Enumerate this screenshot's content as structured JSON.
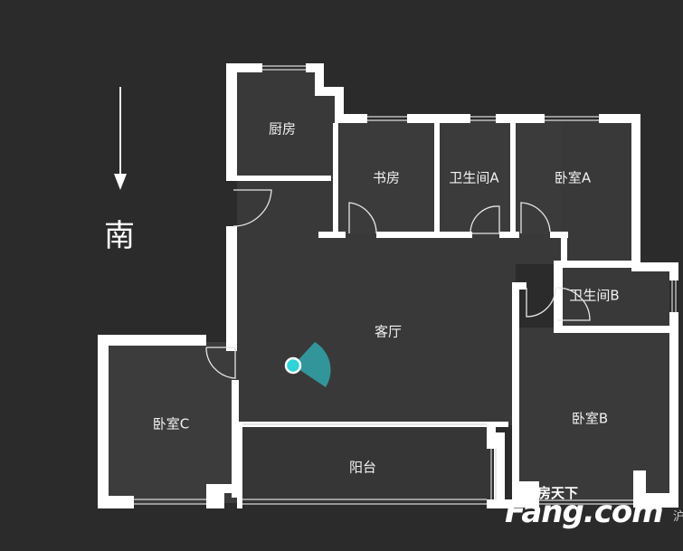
{
  "compass": {
    "direction_label": "南",
    "arrow_icon": "arrow-down-icon"
  },
  "rooms": {
    "kitchen": "厨房",
    "study": "书房",
    "bathroom_a": "卫生间A",
    "bedroom_a": "卧室A",
    "bathroom_b": "卫生间B",
    "living_room": "客厅",
    "bedroom_b": "卧室B",
    "bedroom_c": "卧室C",
    "balcony": "阳台"
  },
  "watermark": {
    "cn": "房天下",
    "en": "Fang.com",
    "tail": "沪"
  },
  "colors": {
    "background": "#2b2b2c",
    "wall": "#ffffff",
    "marker": "#2fd3d8"
  }
}
